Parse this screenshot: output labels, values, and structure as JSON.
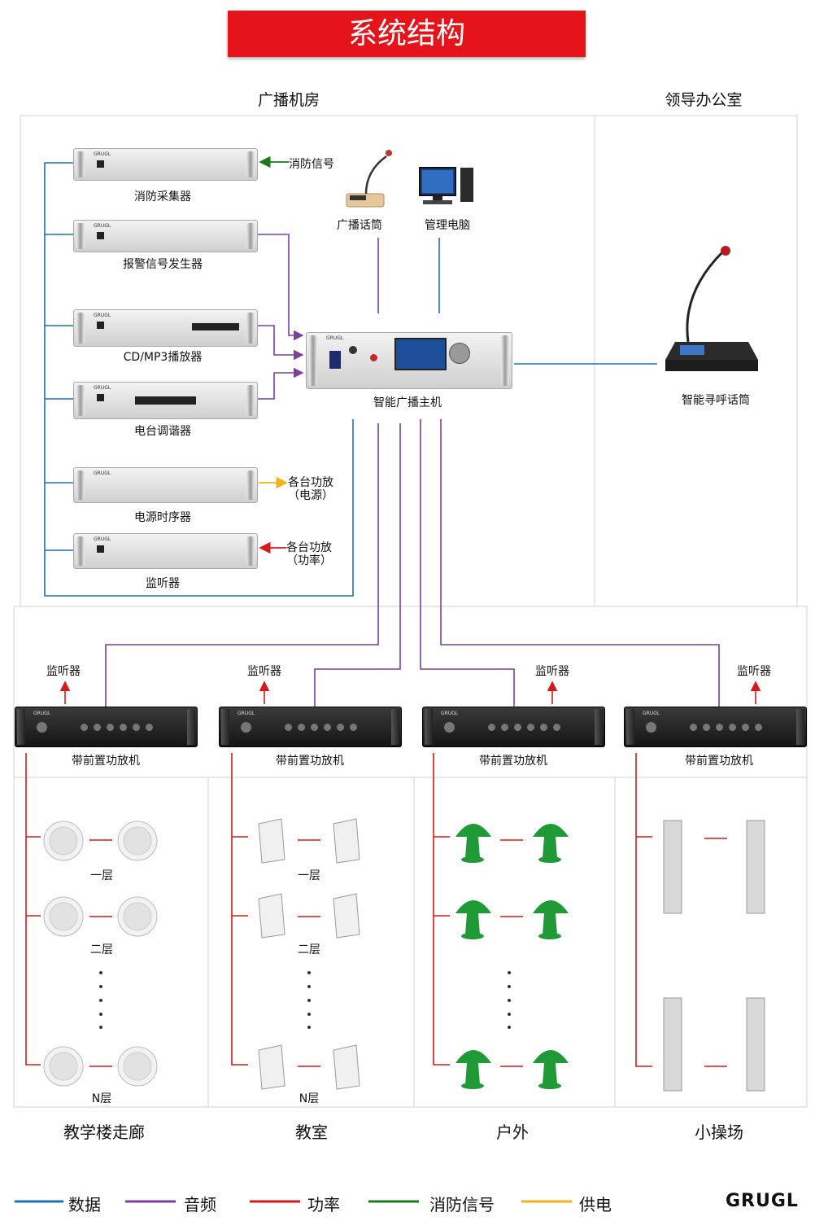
{
  "title": "系统结构",
  "regions": {
    "broadcast_room": "广播机房",
    "leader_office": "领导办公室"
  },
  "devices": {
    "fire_collector": "消防采集器",
    "alarm_generator": "报警信号发生器",
    "cd_player": "CD/MP3播放器",
    "tuner": "电台调谐器",
    "power_sequencer": "电源时序器",
    "monitor": "监听器",
    "broadcast_mic": "广播话筒",
    "mgmt_pc": "管理电脑",
    "main_host": "智能广播主机",
    "paging_mic": "智能寻呼话筒"
  },
  "signals": {
    "fire_signal": "消防信号",
    "amp_power_line1": "各台功放",
    "amp_power_line2": "（电源）",
    "amp_rate_line1": "各台功放",
    "amp_rate_line2": "（功率）"
  },
  "zones": [
    {
      "amp": "带前置功放机",
      "monitor": "监听器",
      "name": "教学楼走廊",
      "floors": [
        "一层",
        "二层",
        "N层"
      ],
      "speaker": "ceiling"
    },
    {
      "amp": "带前置功放机",
      "monitor": "监听器",
      "name": "教室",
      "floors": [
        "一层",
        "二层",
        "N层"
      ],
      "speaker": "wall"
    },
    {
      "amp": "带前置功放机",
      "monitor": "监听器",
      "name": "户外",
      "floors": [],
      "speaker": "lawn"
    },
    {
      "amp": "带前置功放机",
      "monitor": "监听器",
      "name": "小操场",
      "floors": [],
      "speaker": "column"
    }
  ],
  "legend": [
    {
      "label": "数据",
      "color": "#1f6fb5"
    },
    {
      "label": "音频",
      "color": "#7b3fa0"
    },
    {
      "label": "功率",
      "color": "#d7191c"
    },
    {
      "label": "消防信号",
      "color": "#1a7a1a"
    },
    {
      "label": "供电",
      "color": "#f2b21a"
    }
  ],
  "brand": "GRUGL",
  "colors": {
    "banner": "#e5141b",
    "data": "#1f6fb5",
    "audio": "#7b3fa0",
    "power": "#d7191c",
    "fire": "#1a7a1a",
    "supply": "#f2b21a"
  }
}
